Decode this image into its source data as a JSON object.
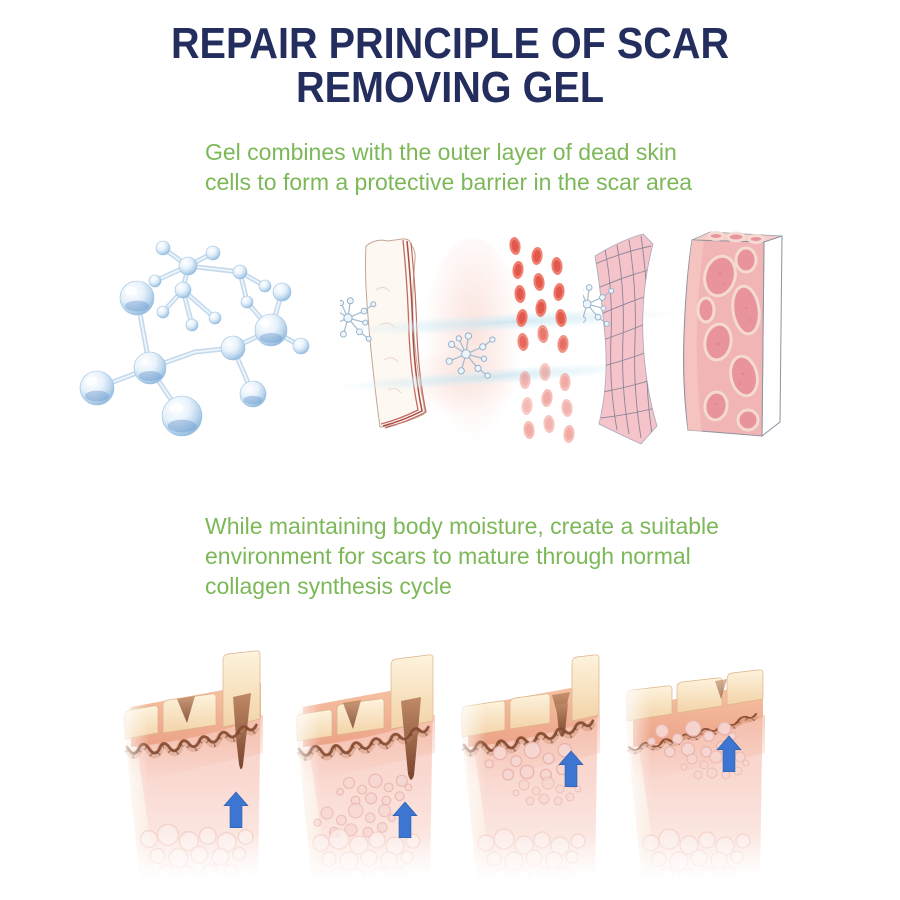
{
  "title": {
    "line1": "REPAIR PRINCIPLE OF SCAR",
    "line2": "REMOVING GEL",
    "color": "#242e5e"
  },
  "captions": {
    "barrier": {
      "lines": [
        "Gel combines with the outer layer of dead skin",
        "cells to form a protective barrier in the scar area"
      ],
      "color": "#7cb857"
    },
    "environment": {
      "lines": [
        "While maintaining body moisture, create a suitable",
        "environment for scars to mature through normal",
        "collagen synthesis cycle"
      ],
      "color": "#7cb857"
    }
  },
  "illustrations": {
    "molecule": {
      "icon": "gel-molecule-icon",
      "color": "#a9cbe9"
    },
    "dead_skin_layer": {
      "icon": "dead-skin-layer-icon",
      "stripe_color": "#b85a54"
    },
    "scar_cells": {
      "icon": "scar-cell-columns-icon",
      "color": "#e4574c"
    },
    "collagen_mesh": {
      "icon": "collagen-mesh-icon",
      "color": "#f5c3ca"
    },
    "skin_tissue": {
      "icon": "skin-tissue-block-icon",
      "color": "#f1b5b6"
    },
    "moisture_streaks": {
      "icon": "moisture-flow-icon",
      "color": "#c2e2ef"
    }
  },
  "stages": [
    {
      "name": "stage-1-deep-scar",
      "arrow_icon": "arrow-up-icon"
    },
    {
      "name": "stage-2-scar-repairing",
      "arrow_icon": "arrow-up-icon"
    },
    {
      "name": "stage-3-scar-flattening",
      "arrow_icon": "arrow-up-icon"
    },
    {
      "name": "stage-4-skin-smoothed",
      "arrow_icon": "arrow-up-icon"
    }
  ],
  "colors": {
    "title_navy": "#242e5e",
    "text_green": "#7cb857",
    "arrow_blue": "#3c76d2"
  }
}
